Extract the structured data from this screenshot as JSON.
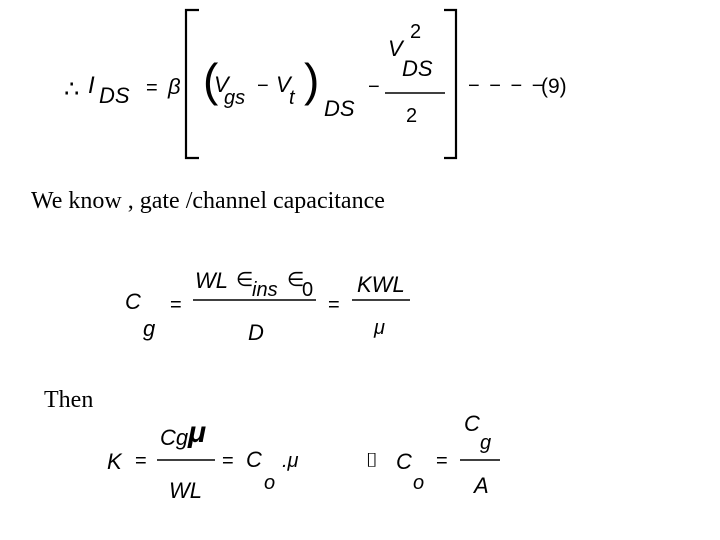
{
  "eq9": {
    "therefore": "∴",
    "I": "I",
    "I_sub": "DS",
    "equals": "=",
    "beta": "β",
    "lparen": "(",
    "V1": "V",
    "V1_sub": "gs",
    "minus1": "−",
    "V2": "V",
    "V2_sub": "t",
    "rparen": ")",
    "paren_sub": "DS",
    "minus2": "−",
    "frac_num_V": "V",
    "frac_num_sup": "2",
    "frac_num_sub": "DS",
    "frac_den": "2",
    "dashes": "− − − −",
    "label": "(9)"
  },
  "text_line1": "We know , gate /channel capacitance",
  "eq_cg": {
    "C": "C",
    "C_sub": "g",
    "eq1": "=",
    "num1_WL": "WL",
    "num1_eps1": "∈",
    "num1_ins": "ins",
    "num1_eps2": "∈",
    "num1_zero": "0",
    "den1": "D",
    "eq2": "=",
    "num2": "KWL",
    "den2": "μ"
  },
  "text_then": "Then",
  "eq_k": {
    "K": "K",
    "eq1": "=",
    "num_Cg": "Cg",
    "num_mu": "μ",
    "den": "WL",
    "eq2": "=",
    "C": "C",
    "C_sub": "o",
    "dot_mu": ".μ",
    "box": "⌷",
    "C2": "C",
    "C2_sub": "o",
    "eq3": "=",
    "rhs_num_C": "C",
    "rhs_num_sub": "g",
    "rhs_den": "A"
  }
}
